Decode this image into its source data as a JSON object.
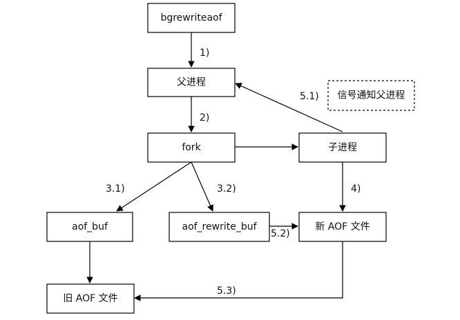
{
  "nodes": {
    "bgrewriteaof": "bgrewriteaof",
    "parent": "父进程",
    "fork": "fork",
    "child": "子进程",
    "aof_buf": "aof_buf",
    "aof_rewrite_buf": "aof_rewrite_buf",
    "new_aof": "新 AOF 文件",
    "old_aof": "旧 AOF 文件"
  },
  "note": "信号通知父进程",
  "edge_labels": {
    "e1": "1)",
    "e2": "2)",
    "e31": "3.1)",
    "e32": "3.2)",
    "e4": "4)",
    "e51": "5.1)",
    "e52": "5.2)",
    "e53": "5.3)"
  }
}
